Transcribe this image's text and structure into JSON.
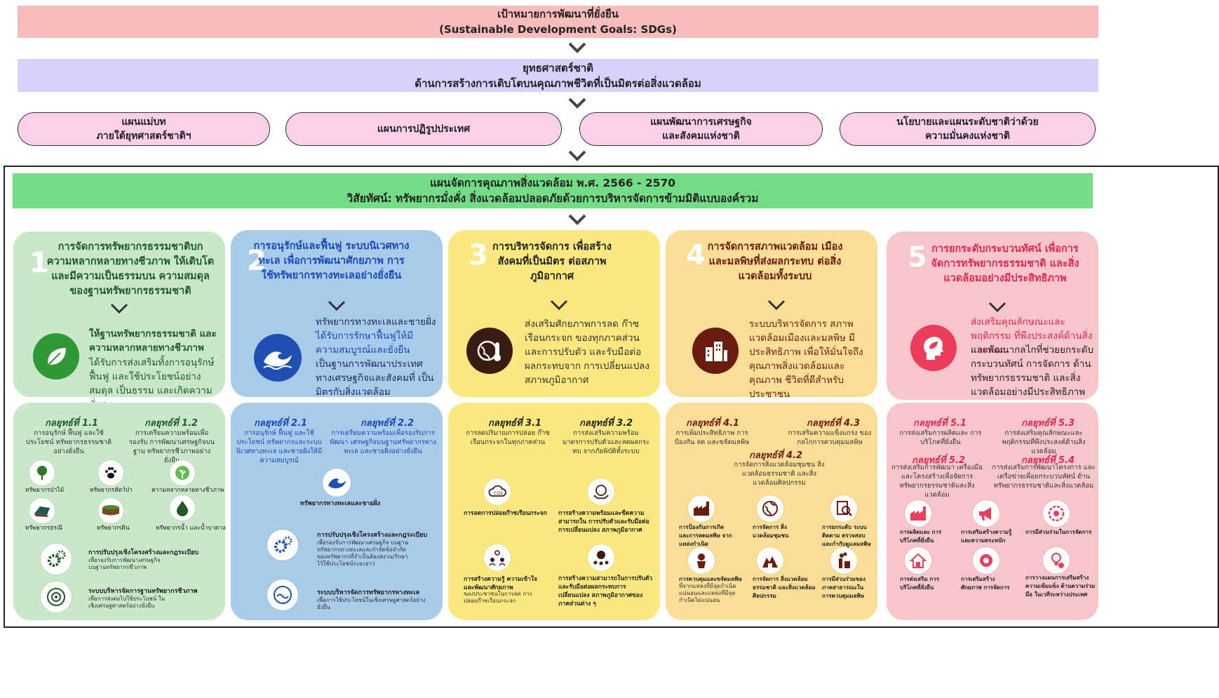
{
  "sdg": {
    "line1": "เป้าหมายการพัฒนาที่ยั่งยืน",
    "line2": "(Sustainable Development Goals: SDGs)"
  },
  "strategy": {
    "line1": "ยุทธศาสตร์ชาติ",
    "line2": "ด้านการสร้างการเติบโตบนคุณภาพชีวิตที่เป็นมิตรต่อสิ่งแวดล้อม"
  },
  "plans": [
    {
      "line1": "แผนแม่บท",
      "line2": "ภายใต้ยุทศาสตร์ชาติฯ"
    },
    {
      "line1": "แผนการปฏิรูปประเทศ",
      "line2": ""
    },
    {
      "line1": "แผนพัฒนาการเศรษฐกิจ",
      "line2": "และสังคมแห่งชาติ"
    },
    {
      "line1": "นโยบายและแผนระดับชาติว่าด้วย",
      "line2": "ความมั่นคงแห่งชาติ"
    }
  ],
  "env_plan": {
    "line1": "แผนจัดการคุณภาพสิ่งแวดล้อม พ.ศ. 2566 - 2570",
    "line2": "วิสัยทัศน์: ทรัพยากรมั่งคั่ง สิ่งแวดล้อมปลอดภัยด้วยการบริหารจัดการข้ามมิติแบบองค์รวม"
  },
  "colors": {
    "sdg": "#f9bcbd",
    "strategy": "#d8d1fb",
    "plan_pill": "#fad0ea",
    "env_plan": "#73dd86",
    "g1": "#c9e8ca",
    "g2": "#a8cbea",
    "g3": "#fbe97f",
    "g4": "#fbde95",
    "g5": "#f6c6ca"
  },
  "goals": [
    {
      "number": "1",
      "title": "การจัดการทรัพยากรธรรมชาติบก ความหลากหลายทางชีวภาพ ให้เติบโตและมีความเป็นธรรมบน ความสมดุลของฐานทรัพยากรธรรมชาติ",
      "icon": "leaf-icon",
      "desc_bold": "ให้ฐานทรัพยากรธรรมชาติ และความหลากหลายทางชีวภาพ",
      "desc": "ได้รับการส่งเสริมทั้งการอนุรักษ์ ฟื้นฟู และใช้ประโยชน์อย่างสมดุล เป็นธรรม และเกิดความมั่นคง"
    },
    {
      "number": "2",
      "title": "การอนุรักษ์และฟื้นฟู ระบบนิเวศทางทะเล เพื่อการพัฒนาศักยภาพ การใช้ทรัพยากรทางทะเลอย่างยั่งยืน",
      "icon": "wave-icon",
      "desc_a": "ทรัพยากรทางทะเลและชายฝั่ง",
      "desc_b": "ได้รับการรักษาฟื้นฟูให้มีความสมบูรณ์และยั่งยืน",
      "desc_c": "เป็นฐานการพัฒนาประเทศ ทางเศรษฐกิจและสังคมที่ เป็นมิตรกับสิ่งแวดล้อม"
    },
    {
      "number": "3",
      "title": "การบริหารจัดการ เพื่อสร้างสังคมที่เป็นมิตร ต่อสภาพภูมิอากาศ",
      "icon": "globe-thermometer-icon",
      "desc": "ส่งเสริมศักยภาพการลด ก๊าซเรือนกระจก ของทุกภาคส่วนและการปรับตัว และรับมือต่อผลกระทบจาก การเปลี่ยนแปลงสภาพภูมิอากาศ"
    },
    {
      "number": "4",
      "title": "การจัดการสภาพแวดล้อม เมืองและมลพิษที่ส่งผลกระทบ ต่อสิ่งแวดล้อมทั้งระบบ",
      "icon": "city-icon",
      "desc": "ระบบบริหารจัดการ สภาพแวดล้อมเมืองและมลพิษ มีประสิทธิภาพ เพื่อให้มั่นใจถึง คุณภาพสิ่งแวดล้อมและคุณภาพ ชีวิตที่ดีสำหรับประชาชน"
    },
    {
      "number": "5",
      "title": "การยกระดับกระบวนทัศน์ เพื่อการจัดการทรัพยากรธรรมชาติ และสิ่งแวดล้อมอย่างมีประสิทธิภาพ",
      "icon": "head-leaf-icon",
      "desc_a": "ส่งเสริมคุณลักษณะและพฤติกรรม ที่พึงประสงค์ด้านสิ่งแวดล้อม",
      "desc_b": "และพัฒนากลไกที่ช่วยยกระดับ กระบวนทัศน์ การจัดการ ด้านทรัพยากรธรรมชาติ และสิ่งแวดล้อมอย่างมีประสิทธิภาพ"
    }
  ],
  "s1": {
    "t11": "กลยุทธ์ที่ 1.1",
    "d11": "การอนุรักษ์ ฟื้นฟู และใช้ประโยชน์ ทรัพยากรธรรมชาติอย่างยั่งยืน",
    "t12": "กลยุทธ์ที่ 1.2",
    "d12": "การเตรียมความพร้อมเพื่อรองรับ การพัฒนาเศรษฐกิจบนฐาน ทรัพยากรชีวภาพอย่างยั่งยืน",
    "icons": [
      {
        "icon": "tree-icon",
        "label": "ทรัพยากรป่าไม้"
      },
      {
        "icon": "paw-icon",
        "label": "ทรัพยากรสัตว์ป่า"
      },
      {
        "icon": "plant-icon",
        "label": "ความหลากหลายทางชีวภาพ"
      },
      {
        "icon": "mineral-icon",
        "label": "ทรัพยากรธรณี"
      },
      {
        "icon": "soil-icon",
        "label": "ทรัพยากรดิน"
      },
      {
        "icon": "water-drop-icon",
        "label": "ทรัพยากรน้ำ และน้ำบาดาล"
      }
    ],
    "rows": [
      {
        "icon": "gears-icon",
        "label": "การปรับปรุงเชิงโครงสร้างและกฎระเบียบ",
        "sub": "เพื่อรองรับการพัฒนาเศรษฐกิจ บนฐานทรัพยากรชีวภาพ"
      },
      {
        "icon": "biodiversity-system-icon",
        "label": "ระบบบริหารจัดการฐานทรัพยากรชีวภาพ",
        "sub": "เพื่อการส่งต่อไปใช้ประโยชน์ ในเชิงเศรษฐศาสตร์อย่างยั่งยืน"
      }
    ]
  },
  "s2": {
    "t21": "กลยุทธ์ที่ 2.1",
    "d21": "การอนุรักษ์ ฟื้นฟู และใช้ประโยชน์ ทรัพยากรและระบบนิเวศทางทะเล และชายฝั่งให้มีความสมบูรณ์",
    "t22": "กลยุทธ์ที่ 2.2",
    "d22": "การเตรียมความพร้อมเพื่อรองรับการพัฒนา เศรษฐกิจบนฐานทรัพยากรทางทะเล และชายฝั่งอย่างยั่งยืน",
    "marine_label": "ทรัพยากรทางทะเลและชายฝั่ง",
    "rows": [
      {
        "icon": "gears-icon",
        "label": "การปรับปรุงเชิงโครงสร้างและกฎระเบียบ",
        "sub": "เพื่อรองรับการพัฒนาเศรษฐกิจ บนฐานทรัพยากรทางทะเลและกำจัดข้อจำกัด ของทรัพยากรที่จำเป็นต้องสงวน/รักษา ไว้ใช้ประโยชน์ระยะยาว"
      },
      {
        "icon": "marine-system-icon",
        "label": "ระบบบริหารจัดการทรัพยากรทางทะเล",
        "sub": "เพื่อการใช้ประโยชน์ในเชิงเศรษฐศาสตร์อย่างยั่งยืน"
      }
    ]
  },
  "s3": {
    "t31": "กลยุทธ์ที่ 3.1",
    "d31": "การลดปริมาณการปล่อย ก๊าซเรือนกระจกในทุกภาคส่วน",
    "t32": "กลยุทธ์ที่ 3.2",
    "d32": "การส่งเสริมความพร้อม มาตรการปรับตัวและลดผลกระทบ จากภัยพิบัติทั้งระบบ",
    "items": [
      {
        "icon": "co2-cloud-icon",
        "label": "การลดการปล่อยก๊าซเรือนกระจก",
        "sub": ""
      },
      {
        "icon": "globe-hands-icon",
        "label": "การสร้างความพร้อมและขีดความสามารถใน การปรับตัวและรับมือต่อการเปลี่ยนแปลง สภาพภูมิอากาศ",
        "sub": ""
      },
      {
        "icon": "people-idea-icon",
        "label": "การสร้างความรู้ ความเข้าใจ และพัฒนาศักยภาพ",
        "sub": "ของประชาชนในการลด การปล่อยก๊าซเรือนกระจก"
      },
      {
        "icon": "community-globe-icon",
        "label": "การสร้างความสามารถในการปรับตัว และรับมือต่อผลกระทบการเปลี่ยนแปลง สภาพภูมิอากาศของภาคส่วนต่าง ๆ",
        "sub": ""
      }
    ]
  },
  "s4": {
    "t41": "กลยุทธ์ที่ 4.1",
    "d41": "การเพิ่มประสิทธิภาพ การป้องกัน ลด และขจัดมลพิษ",
    "t43": "กลยุทธ์ที่ 4.3",
    "d43": "การเสริมความแข็งแกร่ง ของกลไกการควบคุมมลพิษ",
    "t42": "กลยุทธ์ที่ 4.2",
    "d42": "การจัดการสิ่งแวดล้อมชุมชน สิ่งแวดล้อมธรรมชาติ และสิ่งแวดล้อมศิลปกรรม",
    "items": [
      {
        "icon": "factory-icon",
        "label": "การป้องกันการเกิด และการลดมลพิษ จากแหล่งกำเนิด"
      },
      {
        "icon": "globe-community-icon",
        "label": "การจัดการ สิ่งแวดล้อมชุมชน"
      },
      {
        "icon": "inspection-icon",
        "label": "การยกระดับ ระบบติดตาม ตรวจสอบ และกำกับดูแลมลพิษ"
      },
      {
        "icon": "waste-icon",
        "label": "การควบคุมและขจัดมลพิษ",
        "sub": "ที่จากแหล่งที่มีจุดกำเนิด แน่นอนและแหล่งที่มีจุดกำเนิดไม่แน่นอน"
      },
      {
        "icon": "heritage-icon",
        "label": "การจัดการ สิ่งแวดล้อมธรรมชาติ และสิ่งแวดล้อมศิลปกรรม"
      },
      {
        "icon": "smokestack-icon",
        "label": "การมีส่วนร่วมของ ภาคสาธารณะใน การควบคุมมลพิษ"
      }
    ]
  },
  "s5": {
    "t51": "กลยุทธ์ที่ 5.1",
    "d51": "การส่งเสริมการผลิตและ การบริโภคที่ยั่งยืน",
    "t53": "กลยุทธ์ที่ 5.3",
    "d53": "การส่งเสริมคุณลักษณะและ พฤติกรรมที่พึงประสงค์ด้านสิ่งแวดล้อม",
    "t52": "กลยุทธ์ที่ 5.2",
    "d52": "การส่งเสริมการพัฒนา เครื่องมือ และโครงสร้างเพื่อจัดการ ทรัพยากรธรรมชาติและสิ่งแวดล้อม",
    "t54": "กลยุทธ์ที่ 5.4",
    "d54": "การส่งเสริมการพัฒนาโครงการ และเครือข่ายเพื่อยกระบวนทัศน์ ด้านทรัพยากรธรรมชาติและสิ่งแวดล้อม",
    "items": [
      {
        "icon": "production-icon",
        "label": "การผลิตและ การบริโภคที่ยั่งยืน"
      },
      {
        "icon": "megaphone-icon",
        "label": "การเสริมสร้างความรู้ และความตระหนัก"
      },
      {
        "icon": "participation-icon",
        "label": "การมีส่วนร่วมในการจัดการ"
      },
      {
        "icon": "home-icon",
        "label": "การส่งเสริม การบริโภคที่ยั่งยืน"
      },
      {
        "icon": "capacity-icon",
        "label": "การเสริมสร้าง ศักยภาพ การจัดการ"
      },
      {
        "icon": "planning-icon",
        "label": "การวางแผนการเสริมสร้าง ความเข้มแข็ง ด้านความร่วมมือ ในเวทีระหว่างประเทศ"
      }
    ]
  }
}
